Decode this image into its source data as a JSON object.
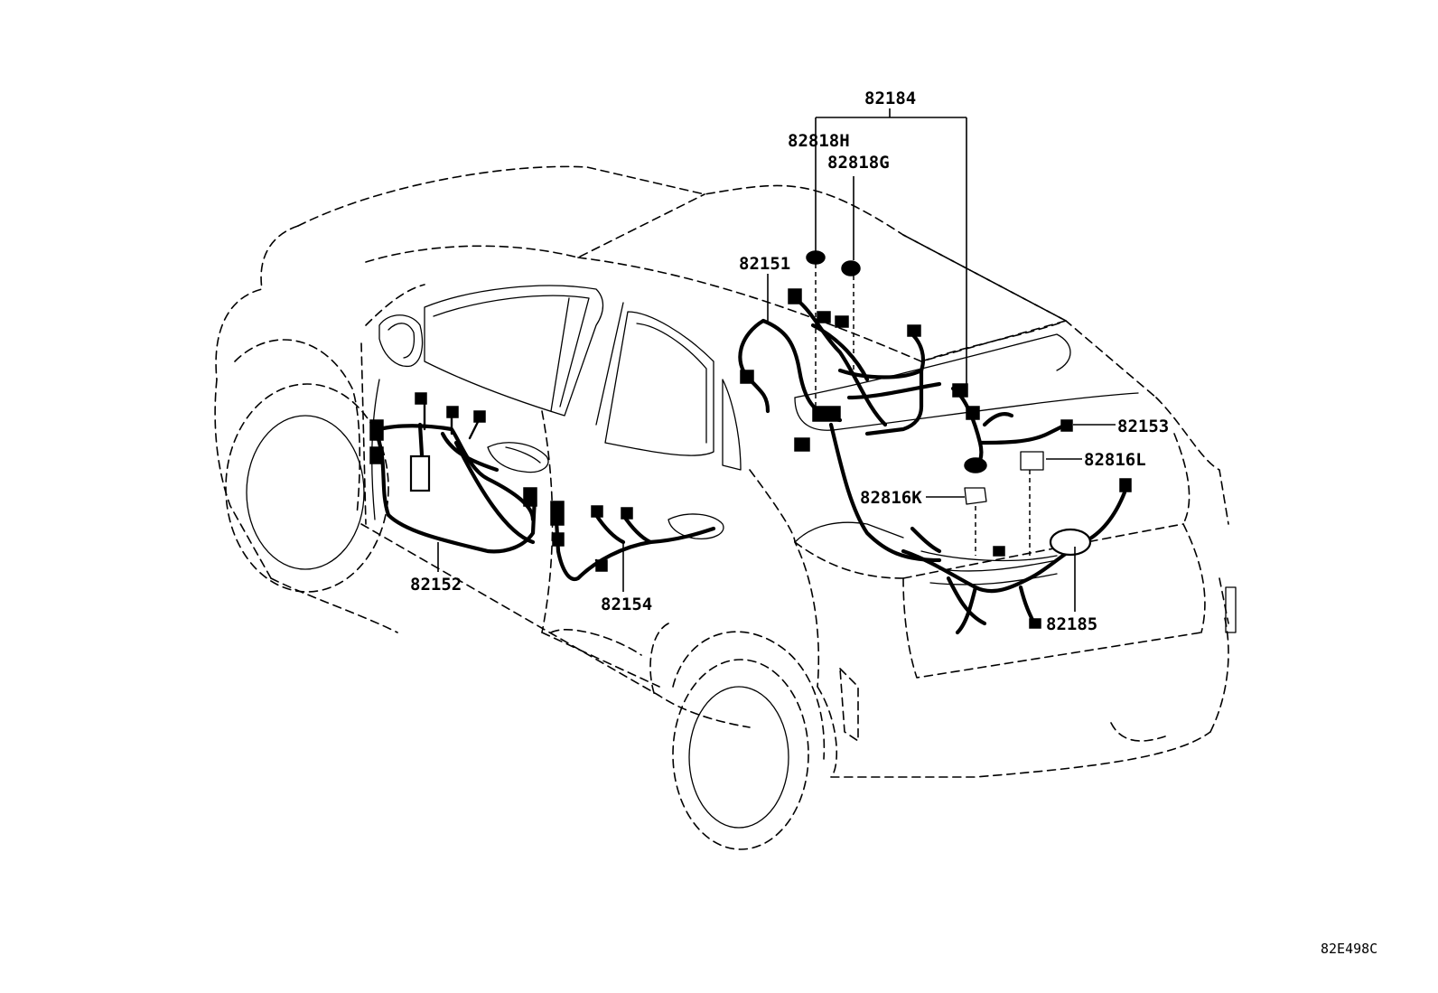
{
  "diagram": {
    "code": "82E498C",
    "parts": [
      {
        "id": "82184",
        "label": "82184"
      },
      {
        "id": "82818H",
        "label": "82818H"
      },
      {
        "id": "82818G",
        "label": "82818G"
      },
      {
        "id": "82151",
        "label": "82151"
      },
      {
        "id": "82153",
        "label": "82153"
      },
      {
        "id": "82816L",
        "label": "82816L"
      },
      {
        "id": "82816K",
        "label": "82816K"
      },
      {
        "id": "82152",
        "label": "82152"
      },
      {
        "id": "82154",
        "label": "82154"
      },
      {
        "id": "82185",
        "label": "82185"
      }
    ]
  }
}
